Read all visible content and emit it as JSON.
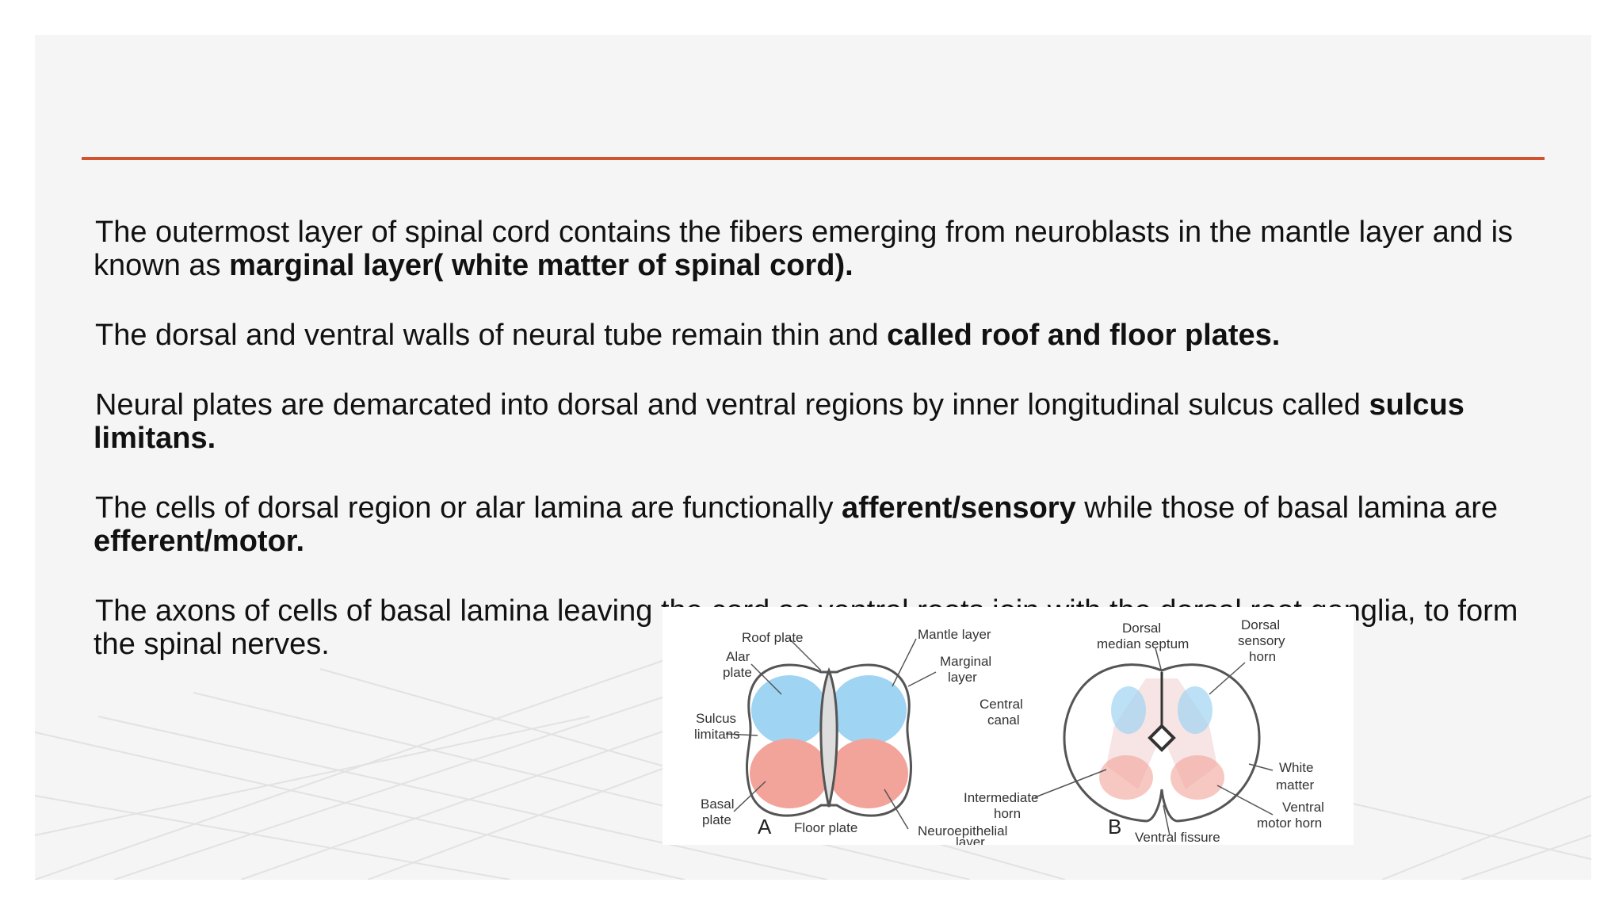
{
  "paragraphs": [
    {
      "text": "The outermost layer of spinal cord contains the fibers emerging from neuroblasts in the mantle layer and is known as ",
      "bold": "marginal layer( white matter of spinal cord).",
      "after": ""
    },
    {
      "text": "The dorsal and ventral walls of neural tube remain thin and ",
      "bold": "called roof and floor plates.",
      "after": ""
    },
    {
      "text": "Neural plates are demarcated into dorsal and ventral regions by inner longitudinal sulcus called ",
      "bold": "sulcus limitans.",
      "after": ""
    },
    {
      "text": "The cells of dorsal region or alar lamina are functionally ",
      "bold": "afferent/sensory",
      "after": " while those of basal lamina are ",
      "bold2": "efferent/motor."
    },
    {
      "text": "The axons of cells of basal lamina leaving the cord as ventral roots join with the dorsal root ganglia, to form the spinal nerves.",
      "bold": "",
      "after": ""
    }
  ],
  "figure": {
    "labels": {
      "roof_plate": "Roof plate",
      "alar_plate_1": "Alar",
      "alar_plate_2": "plate",
      "sulcus_limitans_1": "Sulcus",
      "sulcus_limitans_2": "limitans",
      "basal_plate_1": "Basal",
      "basal_plate_2": "plate",
      "floor_plate": "Floor plate",
      "mantle_layer": "Mantle layer",
      "marginal_layer_1": "Marginal",
      "marginal_layer_2": "layer",
      "central_canal_1": "Central",
      "central_canal_2": "canal",
      "intermediate_horn_1": "Intermediate",
      "intermediate_horn_2": "horn",
      "neuroepithelial_1": "Neuroepithelial",
      "neuroepithelial_2": "layer",
      "dorsal_median_septum_1": "Dorsal",
      "dorsal_median_septum_2": "median septum",
      "dorsal_sensory_horn_1": "Dorsal",
      "dorsal_sensory_horn_2": "sensory",
      "dorsal_sensory_horn_3": "horn",
      "white_matter_1": "White",
      "white_matter_2": "matter",
      "ventral_motor_horn_1": "Ventral",
      "ventral_motor_horn_2": "motor horn",
      "ventral_fissure": "Ventral fissure",
      "panel_a": "A",
      "panel_b": "B"
    },
    "colors": {
      "alar": "#9fd4f2",
      "basal": "#f2a39a",
      "outline": "#555555"
    }
  },
  "colors": {
    "accent_rule": "#d4532f",
    "slide_bg": "#f5f5f5",
    "text": "#111111"
  }
}
